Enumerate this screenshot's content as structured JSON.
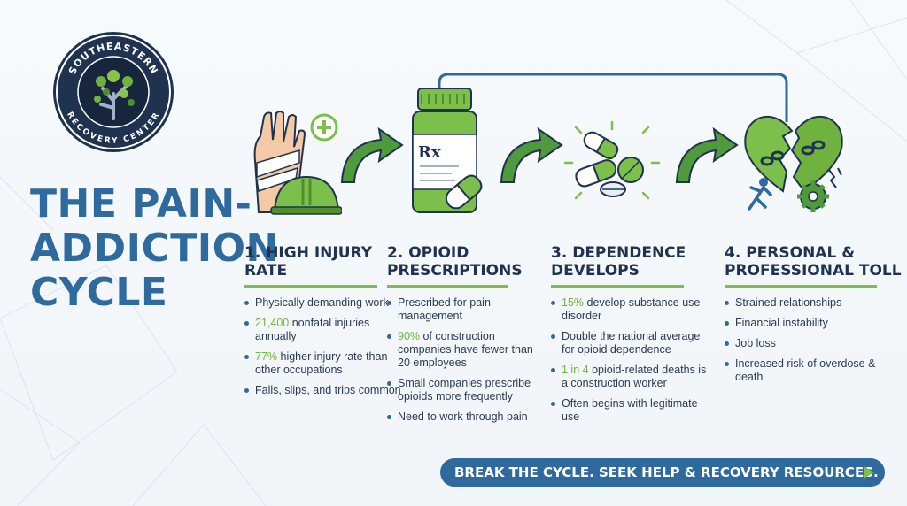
{
  "logo": {
    "top_text": "SOUTHEASTERN",
    "bottom_text": "RECOVERY CENTER",
    "icon": "tree-logo-icon"
  },
  "title": {
    "line1": "THE PAIN-",
    "line2": "ADDICTION",
    "line3": "CYCLE"
  },
  "steps": [
    {
      "title_line1": "1. HIGH INJURY",
      "title_line2": "RATE",
      "icon": "injured-hand-hardhat-icon",
      "bullets": [
        {
          "pre": "Physically demanding work",
          "hl": "",
          "post": ""
        },
        {
          "pre": "",
          "hl": "21,400",
          "post": " nonfatal injuries annually"
        },
        {
          "pre": "",
          "hl": "77%",
          "post": " higher injury rate than other occupations"
        },
        {
          "pre": "Falls, slips, and trips common",
          "hl": "",
          "post": ""
        }
      ]
    },
    {
      "title_line1": "2. OPIOID",
      "title_line2": "PRESCRIPTIONS",
      "icon": "prescription-bottle-icon",
      "bullets": [
        {
          "pre": "Prescribed for pain management",
          "hl": "",
          "post": ""
        },
        {
          "pre": "",
          "hl": "90%",
          "post": " of construction companies have fewer than 20 employees"
        },
        {
          "pre": "Small companies prescribe opioids more frequently",
          "hl": "",
          "post": ""
        },
        {
          "pre": "Need to work through pain",
          "hl": "",
          "post": ""
        }
      ]
    },
    {
      "title_line1": "3. DEPENDENCE",
      "title_line2": "DEVELOPS",
      "icon": "pills-icon",
      "bullets": [
        {
          "pre": "",
          "hl": "15%",
          "post": " develop substance use disorder"
        },
        {
          "pre": "Double the national average for opioid dependence",
          "hl": "",
          "post": ""
        },
        {
          "pre": "",
          "hl": "1 in 4",
          "post": " opioid-related deaths is a construction worker"
        },
        {
          "pre": "Often begins with legitimate use",
          "hl": "",
          "post": ""
        }
      ]
    },
    {
      "title_line1": "4. PERSONAL &",
      "title_line2": "PROFESSIONAL TOLL",
      "icon": "broken-heart-icon",
      "bullets": [
        {
          "pre": "Strained relationships",
          "hl": "",
          "post": ""
        },
        {
          "pre": "Financial instability",
          "hl": "",
          "post": ""
        },
        {
          "pre": "Job loss",
          "hl": "",
          "post": ""
        },
        {
          "pre": "Increased risk of overdose & death",
          "hl": "",
          "post": ""
        }
      ]
    }
  ],
  "rx_label": "Rx",
  "cta": {
    "label": "BREAK THE CYCLE. SEEK HELP & RECOVERY RESOURCES.",
    "icon": "play-icon"
  },
  "colors": {
    "navy": "#1f3350",
    "blue": "#2f6a9e",
    "green": "#7cbf4a",
    "dark_green": "#4f8f2f"
  }
}
